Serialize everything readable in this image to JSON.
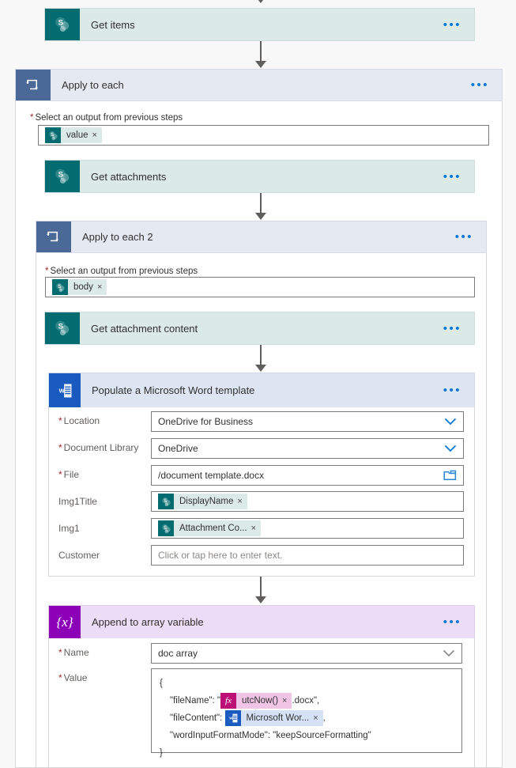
{
  "flow": {
    "steps": [
      {
        "id": "get-items",
        "name": "Get items",
        "icon": "sharepoint-icon",
        "more": "•••"
      },
      {
        "id": "apply-to-each",
        "name": "Apply to each",
        "icon": "loop-icon",
        "more": "•••",
        "select_output_label": "Select an output from previous steps",
        "token": {
          "text": "value",
          "remove": "×",
          "icon": "sharepoint-icon"
        }
      },
      {
        "id": "get-attachments",
        "name": "Get attachments",
        "icon": "sharepoint-icon",
        "more": "•••"
      },
      {
        "id": "apply-to-each-2",
        "name": "Apply to each 2",
        "icon": "loop-icon",
        "more": "•••",
        "select_output_label": "Select an output from previous steps",
        "token": {
          "text": "body",
          "remove": "×",
          "icon": "sharepoint-icon"
        }
      },
      {
        "id": "get-attachment-content",
        "name": "Get attachment content",
        "icon": "sharepoint-icon",
        "more": "•••"
      },
      {
        "id": "populate-word-template",
        "name": "Populate a Microsoft Word template",
        "icon": "word-icon",
        "more": "•••",
        "fields": [
          {
            "label": "Location",
            "required": true,
            "value": "OneDrive for Business",
            "control": "dropdown"
          },
          {
            "label": "Document Library",
            "required": true,
            "value": "OneDrive",
            "control": "dropdown"
          },
          {
            "label": "File",
            "required": true,
            "value": "/document template.docx",
            "control": "filepicker"
          },
          {
            "label": "Img1Title",
            "required": false,
            "control": "token",
            "token": {
              "text": "DisplayName",
              "remove": "×",
              "icon": "sharepoint-icon"
            }
          },
          {
            "label": "Img1",
            "required": false,
            "control": "token",
            "token": {
              "text": "Attachment Co...",
              "remove": "×",
              "icon": "sharepoint-icon"
            }
          },
          {
            "label": "Customer",
            "required": false,
            "control": "text",
            "placeholder": "Click or tap here to enter text."
          }
        ]
      },
      {
        "id": "append-to-array-variable",
        "name": "Append to array variable",
        "icon": "variable-icon",
        "icon_glyph": "{x}",
        "more": "•••",
        "fields": [
          {
            "label": "Name",
            "required": true,
            "value": "doc array",
            "control": "dropdown"
          },
          {
            "label": "Value",
            "required": true,
            "control": "json"
          }
        ],
        "json_value": {
          "open_brace": "{",
          "line_filename_key": "\"fileName\": \"",
          "filename_token": {
            "text": "utcNow()",
            "remove": "×",
            "icon": "fx-icon",
            "glyph": "fx"
          },
          "line_filename_tail": ".docx\",",
          "line_filecontent_key": "\"fileContent\":",
          "filecontent_token": {
            "text": "Microsoft Wor...",
            "remove": "×",
            "icon": "word-icon"
          },
          "line_filecontent_tail": ",",
          "line_format": "\"wordInputFormatMode\": \"keepSourceFormatting\"",
          "close_brace": "}"
        }
      }
    ]
  },
  "colors": {
    "sharepoint": "#036c70",
    "loop": "#4a6996",
    "word": "#185abd",
    "variable": "#8c00b8",
    "fx": "#bc1077",
    "accent": "#0078d4",
    "required": "#a4262c"
  }
}
